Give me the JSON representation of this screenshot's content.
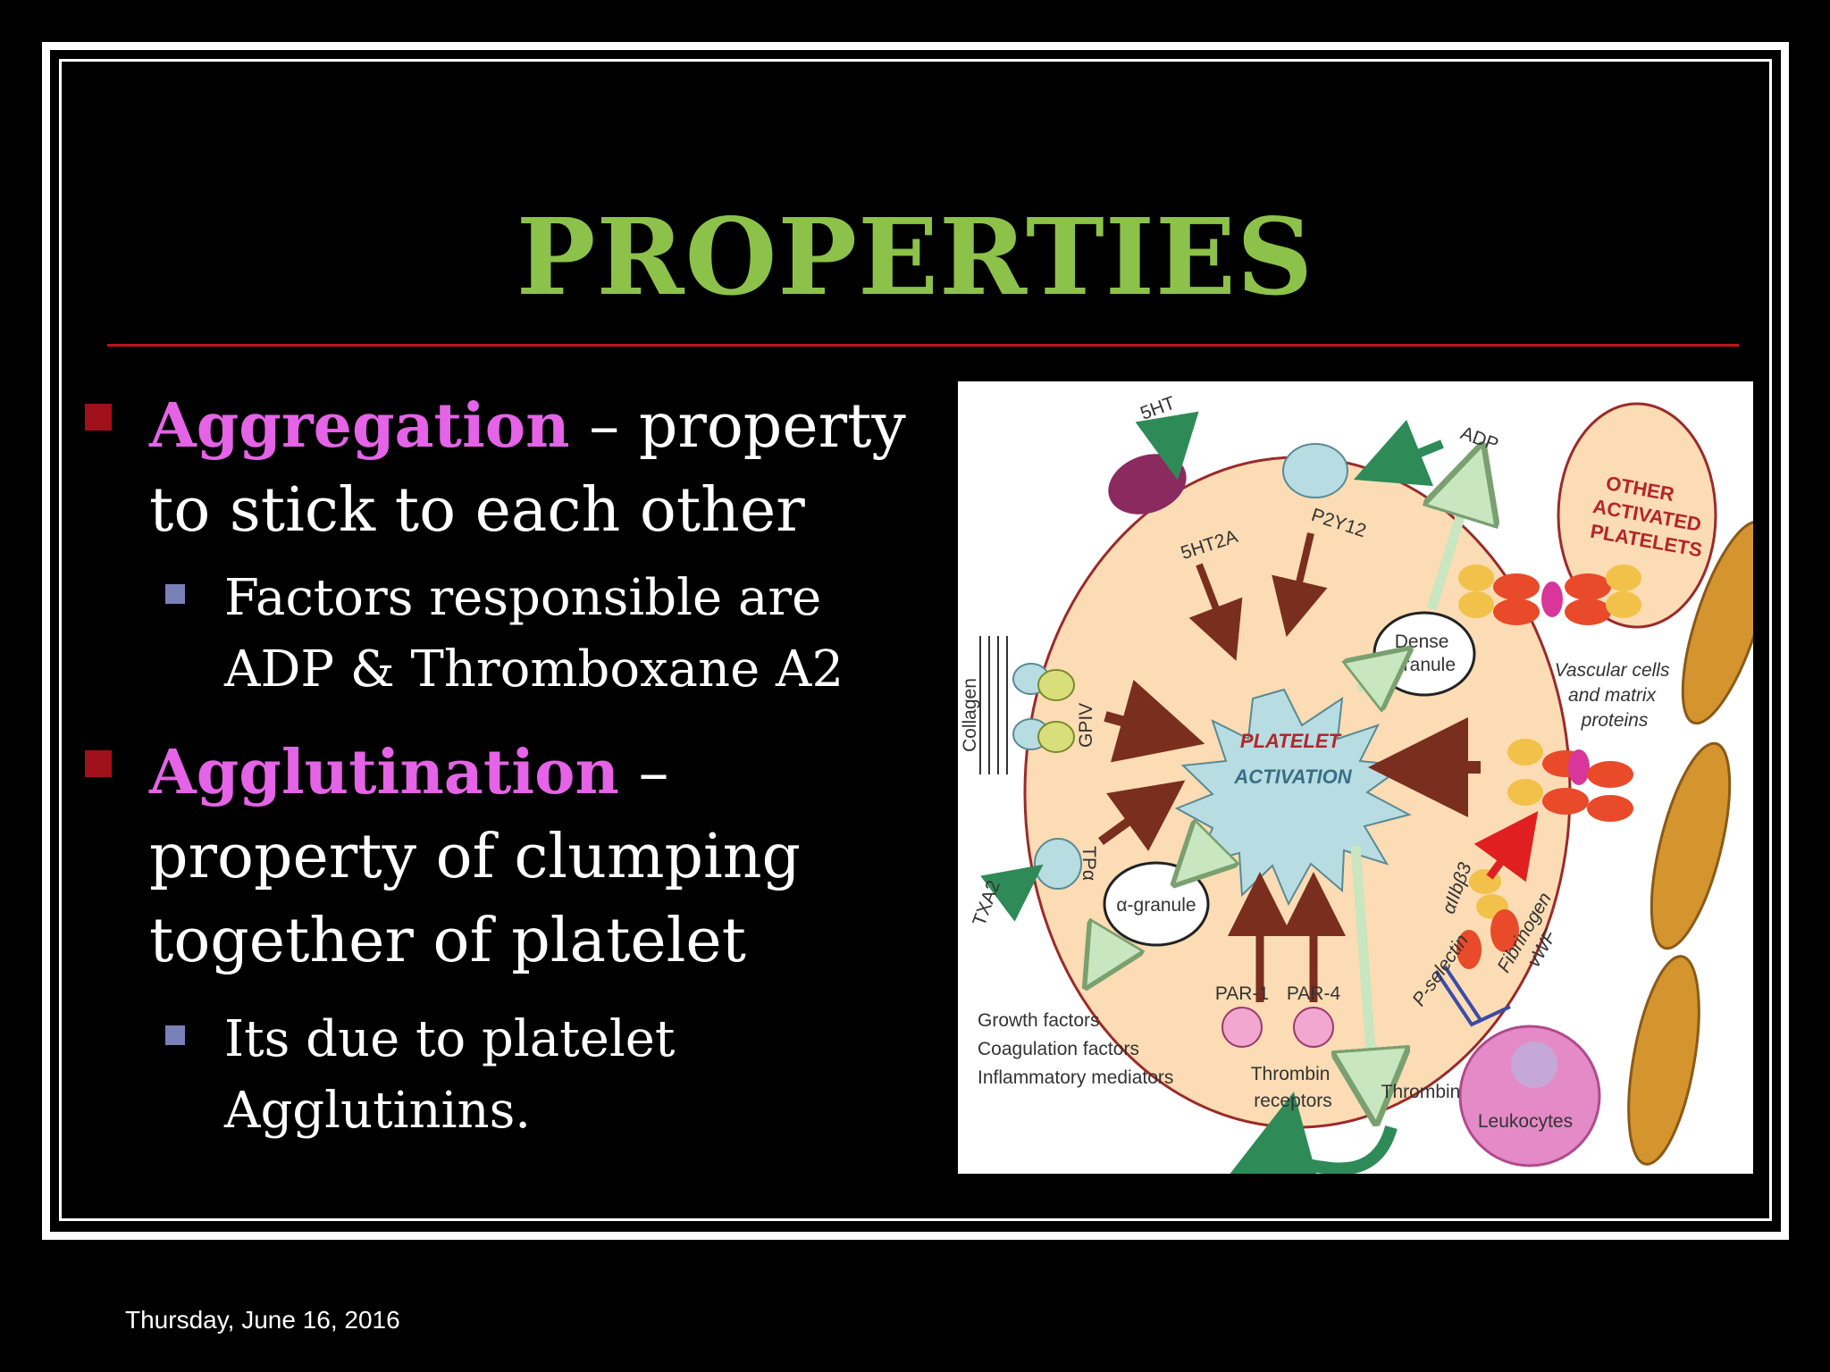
{
  "slide": {
    "title": "PROPERTIES",
    "date": "Thursday, June 16, 2016",
    "bullet1": {
      "term": "Aggregation",
      "rest": " – property to stick to each other",
      "sub": "Factors responsible are ADP & Thromboxane A2"
    },
    "bullet2": {
      "term": "Agglutination",
      "rest": " – property of clumping together of platelet",
      "sub": "Its due to platelet Agglutinins."
    }
  },
  "diagram": {
    "center": [
      "PLATELET",
      "ACTIVATION"
    ],
    "other": [
      "OTHER",
      "ACTIVATED",
      "PLATELETS"
    ],
    "labels": {
      "h5t": "5HT",
      "adp": "ADP",
      "h5t2a": "5HT2A",
      "p2y12": "P2Y12",
      "dense1": "Dense",
      "dense2": "granule",
      "collagen": "Collagen",
      "gpiv": "GPIV",
      "vasc1": "Vascular cells",
      "vasc2": "and matrix",
      "vasc3": "proteins",
      "tpa": "TPα",
      "txa2": "TXA2",
      "agranule": "α-granule",
      "aiib3": "αIIbβ3",
      "fib1": "Fibrinogen",
      "fib2": "vWF",
      "psel": "P-selectin",
      "par1": "PAR-1",
      "par4": "PAR-4",
      "gf1": "Growth factors",
      "gf2": "Coagulation factors",
      "gf3": "Inflammatory mediators",
      "trec1": "Thrombin",
      "trec2": "receptors",
      "thrombin": "Thrombin",
      "leuko": "Leukocytes"
    }
  }
}
